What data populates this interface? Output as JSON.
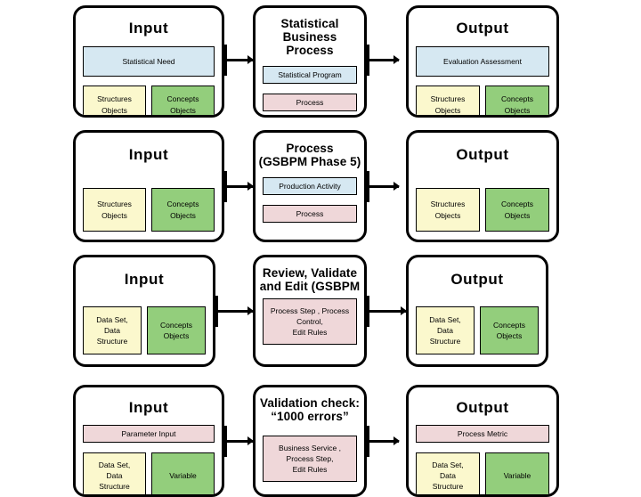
{
  "diagram": {
    "title": "Statistical Business Process input / process / output flow",
    "colors": {
      "blue": "#d6e8f2",
      "pink": "#efd7d9",
      "yellow": "#fbf8cd",
      "green": "#93ce7c",
      "outline": "#000000",
      "background": "#ffffff"
    },
    "rows": [
      {
        "input": {
          "title": "Input",
          "chips": [
            {
              "label": "Statistical Need",
              "color": "blue"
            },
            {
              "label": "Structures\nObjects",
              "color": "yellow"
            },
            {
              "label": "Concepts\nObjects",
              "color": "green"
            }
          ]
        },
        "process": {
          "title": "Statistical Business\nProcess",
          "chips": [
            {
              "label": "Statistical Program",
              "color": "blue"
            },
            {
              "label": "Process",
              "color": "pink"
            }
          ]
        },
        "output": {
          "title": "Output",
          "chips": [
            {
              "label": "Evaluation Assessment",
              "color": "blue"
            },
            {
              "label": "Structures\nObjects",
              "color": "yellow"
            },
            {
              "label": "Concepts\nObjects",
              "color": "green"
            }
          ]
        }
      },
      {
        "input": {
          "title": "Input",
          "chips": [
            {
              "label": "Structures\nObjects",
              "color": "yellow"
            },
            {
              "label": "Concepts\nObjects",
              "color": "green"
            }
          ]
        },
        "process": {
          "title": "Process\n(GSBPM Phase 5)",
          "chips": [
            {
              "label": "Production Activity",
              "color": "blue"
            },
            {
              "label": "Process",
              "color": "pink"
            }
          ]
        },
        "output": {
          "title": "Output",
          "chips": [
            {
              "label": "Structures\nObjects",
              "color": "yellow"
            },
            {
              "label": "Concepts\nObjects",
              "color": "green"
            }
          ]
        }
      },
      {
        "input": {
          "title": "Input",
          "chips": [
            {
              "label": "Data Set,\nData\nStructure",
              "color": "yellow"
            },
            {
              "label": "Concepts\nObjects",
              "color": "green"
            }
          ]
        },
        "process": {
          "title": "Review, Validate\nand Edit  (GSBPM",
          "chips": [
            {
              "label": "Process Step , Process\nControl,\nEdit Rules",
              "color": "pink"
            }
          ]
        },
        "output": {
          "title": "Output",
          "chips": [
            {
              "label": "Data Set,\nData\nStructure",
              "color": "yellow"
            },
            {
              "label": "Concepts\nObjects",
              "color": "green"
            }
          ]
        }
      },
      {
        "input": {
          "title": "Input",
          "chips": [
            {
              "label": "Parameter Input",
              "color": "pink"
            },
            {
              "label": "Data Set,\nData\nStructure",
              "color": "yellow"
            },
            {
              "label": "Variable",
              "color": "green"
            }
          ]
        },
        "process": {
          "title": "Validation check:\n“1000 errors”",
          "chips": [
            {
              "label": "Business Service ,\nProcess Step,\nEdit Rules",
              "color": "pink"
            }
          ]
        },
        "output": {
          "title": "Output",
          "chips": [
            {
              "label": "Process Metric",
              "color": "pink"
            },
            {
              "label": "Data Set,\nData\nStructure",
              "color": "yellow"
            },
            {
              "label": "Variable",
              "color": "green"
            }
          ]
        }
      }
    ]
  }
}
